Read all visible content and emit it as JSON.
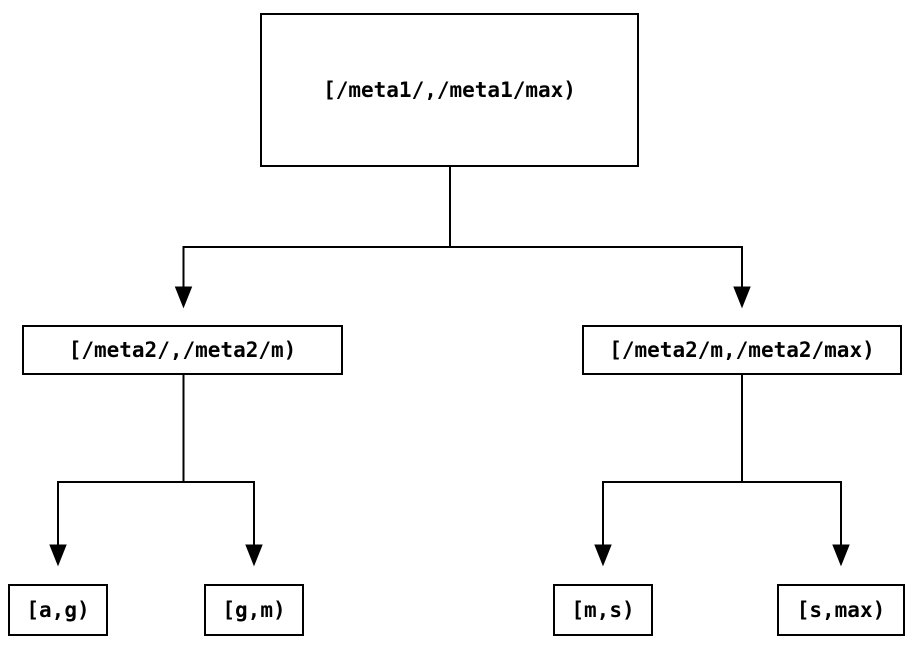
{
  "diagram": {
    "type": "tree",
    "nodes": {
      "root": {
        "label": "[/meta1/,/meta1/max)"
      },
      "left": {
        "label": "[/meta2/,/meta2/m)"
      },
      "right": {
        "label": "[/meta2/m,/meta2/max)"
      },
      "leaf_ag": {
        "label": "[a,g)"
      },
      "leaf_gm": {
        "label": "[g,m)"
      },
      "leaf_ms": {
        "label": "[m,s)"
      },
      "leaf_smax": {
        "label": "[s,max)"
      }
    },
    "edges": [
      {
        "from": "root",
        "to": "left"
      },
      {
        "from": "root",
        "to": "right"
      },
      {
        "from": "left",
        "to": "leaf_ag"
      },
      {
        "from": "left",
        "to": "leaf_gm"
      },
      {
        "from": "right",
        "to": "leaf_ms"
      },
      {
        "from": "right",
        "to": "leaf_smax"
      }
    ],
    "colors": {
      "stroke": "#000000",
      "background": "#ffffff",
      "text": "#000000"
    }
  }
}
